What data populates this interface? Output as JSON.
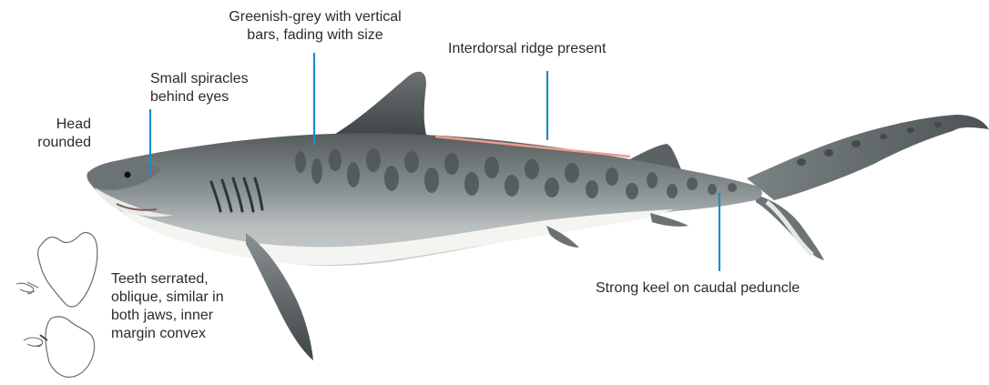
{
  "labels": {
    "head": "Head\nrounded",
    "spiracles": "Small spiracles\nbehind eyes",
    "colour": "Greenish-grey with vertical\nbars, fading with size",
    "ridge": "Interdorsal ridge present",
    "keel": "Strong keel on caudal peduncle",
    "teeth": "Teeth serrated,\noblique, similar in\nboth jaws, inner\nmargin convex"
  },
  "colors": {
    "leader_line": "#1a8fc4",
    "ridge_line": "#f09a8e",
    "shark_dorsal": "#5f6566",
    "shark_flank": "#9aa2a3",
    "shark_belly": "#f3f3f1",
    "shark_bars": "#4e5556"
  }
}
